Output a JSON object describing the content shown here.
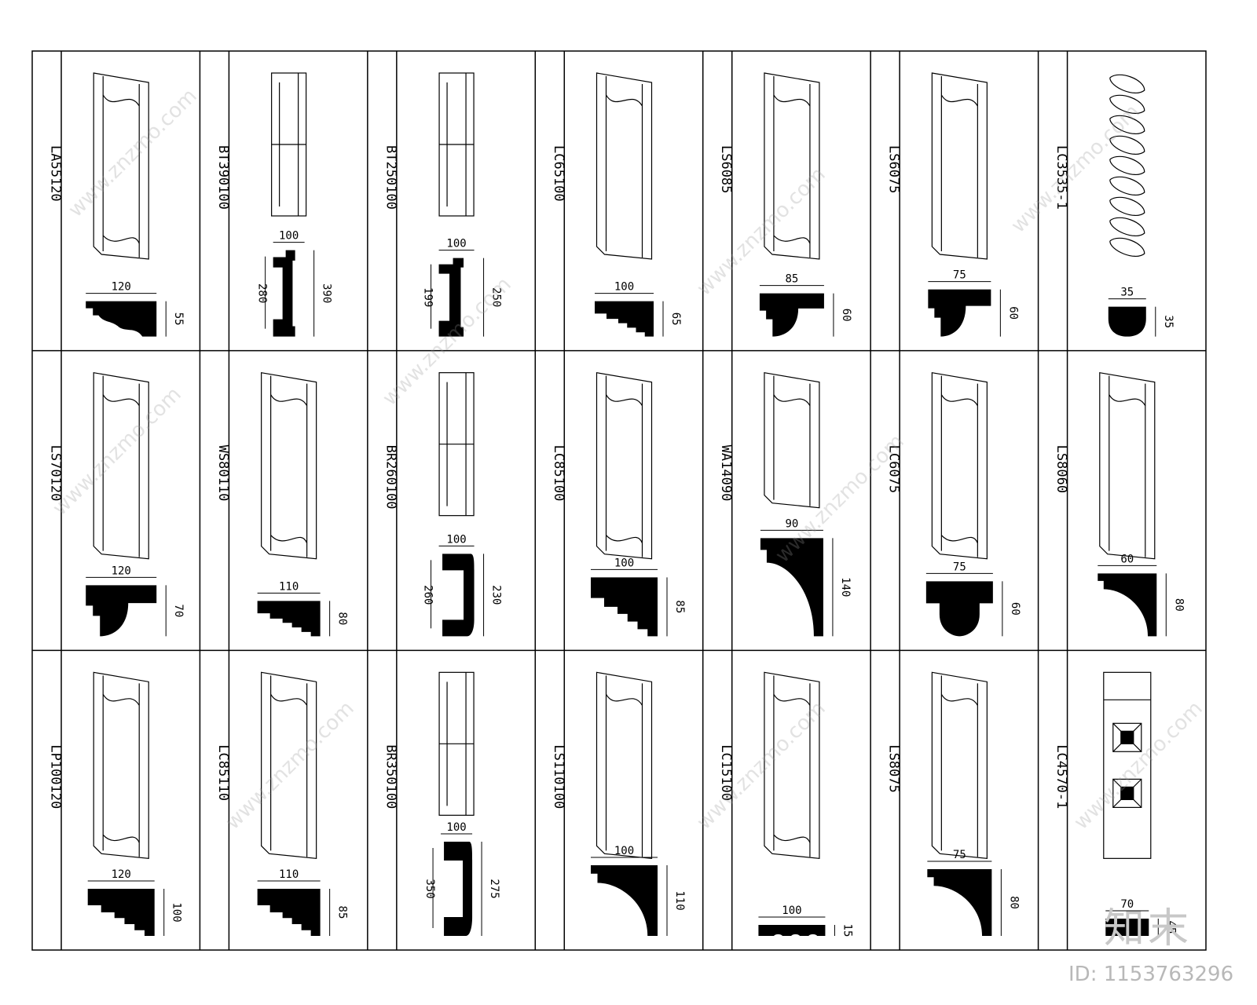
{
  "watermark": "www.znzmo.com",
  "brand": "知末",
  "footer_id": "ID: 1153763296",
  "items": [
    {
      "code": "LA55120",
      "w": "120",
      "h": "55"
    },
    {
      "code": "BT390100",
      "w": "100",
      "h": "390",
      "h2": "280"
    },
    {
      "code": "BT250100",
      "w": "100",
      "h": "250",
      "h2": "199"
    },
    {
      "code": "LC65100",
      "w": "100",
      "h": "65"
    },
    {
      "code": "LS6085",
      "w": "85",
      "h": "60"
    },
    {
      "code": "LS6075",
      "w": "75",
      "h": "60"
    },
    {
      "code": "LC3535-1",
      "w": "35",
      "h": "35"
    },
    {
      "code": "LS70120",
      "w": "120",
      "h": "70"
    },
    {
      "code": "WS80110",
      "w": "110",
      "h": "80"
    },
    {
      "code": "BR260100",
      "w": "100",
      "h": "230",
      "h2": "260"
    },
    {
      "code": "LC85100",
      "w": "100",
      "h": "85"
    },
    {
      "code": "WA14090",
      "w": "90",
      "h": "140"
    },
    {
      "code": "LC6075",
      "w": "75",
      "h": "60"
    },
    {
      "code": "LS8060",
      "w": "60",
      "h": "80"
    },
    {
      "code": "LP100120",
      "w": "120",
      "h": "100"
    },
    {
      "code": "LC85110",
      "w": "110",
      "h": "85"
    },
    {
      "code": "BR350100",
      "w": "100",
      "h": "275",
      "h2": "350"
    },
    {
      "code": "LS110100",
      "w": "100",
      "h": "110"
    },
    {
      "code": "LC15100",
      "w": "100",
      "h": "15"
    },
    {
      "code": "LS8075",
      "w": "75",
      "h": "80"
    },
    {
      "code": "LC4570-1",
      "w": "70",
      "h": "45"
    }
  ]
}
